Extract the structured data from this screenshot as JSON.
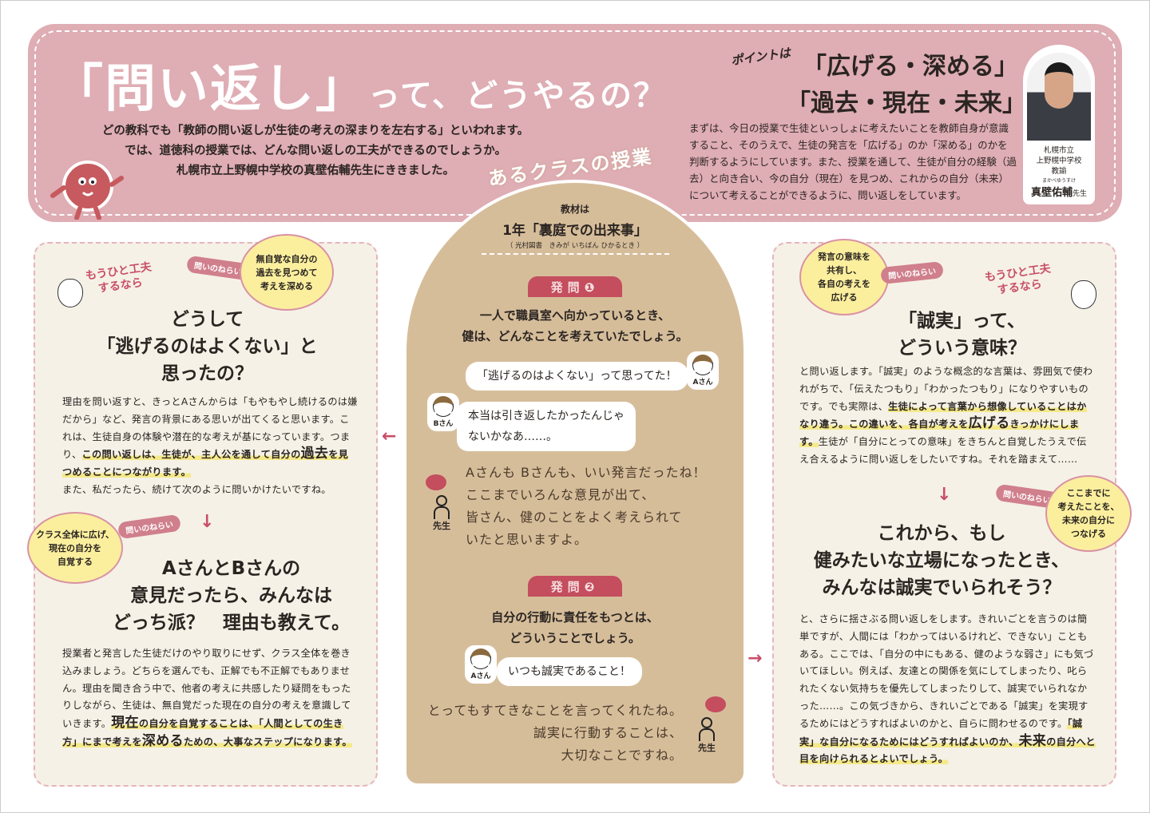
{
  "header": {
    "title_main": "「問い返し」",
    "title_tail": "って、どうやるの？",
    "intro": [
      "どの教科でも「教師の問い返しが生徒の考えの深まりを左右する」といわれます。",
      "では、道徳科の授業では、どんな問い返しの工夫ができるのでしょうか。",
      "札幌市立上野幌中学校の真壁佑輔先生にききました。"
    ],
    "point_lead": "ポイントは",
    "point1": "「広げる・深める」",
    "point2": "「過去・現在・未来」",
    "body": "まずは、今日の授業で生徒といっしょに考えたいことを教師自身が意識すること、そのうえで、生徒の発言を「広げる」のか「深める」のかを判断するようにしています。また、授業を通して、生徒が自分の経験（過去）と向き合い、今の自分（現在）を見つめ、これからの自分（未来）について考えることができるように、問い返しをしています。",
    "profile": {
      "role": [
        "札幌市立",
        "上野幌中学校",
        "教諭"
      ],
      "ruby": "まかべゆうすけ",
      "name": "真壁佑輔",
      "suffix": "先生"
    }
  },
  "center": {
    "label": "あるクラスの授業",
    "material_lead": "教材は",
    "material_title": "1年「裏庭での出来事」",
    "material_source": "（ 光村図書　きみが いちばん ひかるとき ）",
    "q1": {
      "tag": "発問❶",
      "question": [
        "一人で職員室へ向かっているとき、",
        "健は、どんなことを考えていたでしょう。"
      ],
      "a_speech": "「逃げるのはよくない」って思ってた！",
      "a_name": "Aさん",
      "b_speech": [
        "本当は引き返したかったんじゃ",
        "ないかなあ……。"
      ],
      "b_name": "Bさん",
      "teacher": [
        "Aさんも Bさんも、いい発言だったね！",
        "ここまでいろんな意見が出て、",
        "皆さん、健のことをよく考えられて",
        "いたと思いますよ。"
      ],
      "teacher_name": "先生"
    },
    "q2": {
      "tag": "発問❷",
      "question": [
        "自分の行動に責任をもつとは、",
        "どういうことでしょう。"
      ],
      "a_speech": "いつも誠実であること！",
      "a_name": "Aさん",
      "teacher": [
        "とってもすてきなことを言ってくれたね。",
        "誠実に行動することは、",
        "大切なことですね。"
      ],
      "teacher_name": "先生"
    }
  },
  "left": {
    "hitokufu": "もうひと工夫\nするなら",
    "aim_label": "問いのねらい",
    "aim1": "無自覚な自分の\n過去を見つめて\n考えを深める",
    "q1": [
      "どうして",
      "「逃げるのはよくない」と",
      "思ったの？"
    ],
    "body1": {
      "pre": "理由を問い返すと、きっとAさんからは「もやもやし続けるのは嫌だから」など、発言の背景にある思いが出てくると思います。これは、生徒自身の体験や潜在的な考えが基になっています。つまり、",
      "hl1": "この問い返しは、生徒が、主人公を通して自分の",
      "big": "過去",
      "hl2": "を見つめることにつながります。",
      "post": "また、私だったら、続けて次のように問いかけたいですね。"
    },
    "aim2": "クラス全体に広げ、\n現在の自分を\n自覚する",
    "q2": [
      "AさんとBさんの",
      "意見だったら、みんなは",
      "どっち派？　理由も教えて。"
    ],
    "body2": {
      "pre": "授業者と発言した生徒だけのやり取りにせず、クラス全体を巻き込みましょう。どちらを選んでも、正解でも不正解でもありません。理由を聞き合う中で、他者の考えに共感したり疑問をもったりしながら、生徒は、無自覚だった現在の自分の考えを意識していきます。",
      "big1": "現在",
      "hl1": "の自分を自覚することは、「人間としての生き方」にまで考えを",
      "big2": "深める",
      "hl2": "ための、大事なステップになります。"
    }
  },
  "right": {
    "hitokufu": "もうひと工夫\nするなら",
    "aim_label": "問いのねらい",
    "aim1": "発言の意味を\n共有し、\n各自の考えを\n広げる",
    "q1": [
      "「誠実」って、",
      "どういう意味？"
    ],
    "body1": {
      "pre": "と問い返します。「誠実」のような概念的な言葉は、雰囲気で使われがちで、「伝えたつもり」「わかったつもり」になりやすいものです。でも実際は、",
      "hl1": "生徒によって言葉から想像していることはかなり違う。この違いを、各自が考えを",
      "big": "広げる",
      "hl2": "きっかけにします。",
      "post": "生徒が「自分にとっての意味」をきちんと自覚したうえで伝え合えるように問い返しをしたいですね。それを踏まえて……"
    },
    "aim2": "ここまでに\n考えたことを、\n未来の自分に\nつなげる",
    "q2": [
      "これから、もし",
      "健みたいな立場になったとき、",
      "みんなは誠実でいられそう？"
    ],
    "body2": {
      "pre": "と、さらに揺さぶる問い返しをします。きれいごとを言うのは簡単ですが、人間には「わかってはいるけれど、できない」こともある。ここでは、「自分の中にもある、健のような弱さ」にも気づいてほしい。例えば、友達との関係を気にしてしまったり、叱られたくない気持ちを優先してしまったりして、誠実でいられなかった……。この気づきから、きれいごとである「誠実」を実現するためにはどうすればよいのかと、自らに問わせるのです。",
      "hl1": "「誠実」な自分になるためにはどうすればよいのか、",
      "big": "未来",
      "hl2": "の自分へと目を向けられるとよいでしょう。"
    }
  },
  "colors": {
    "header": "#dfadb4",
    "accent": "#c44d5e",
    "kraft": "#d6bd9a",
    "panel": "#f5f1e6",
    "bubble": "#fbef9e",
    "highlight": "#f5e98a"
  }
}
